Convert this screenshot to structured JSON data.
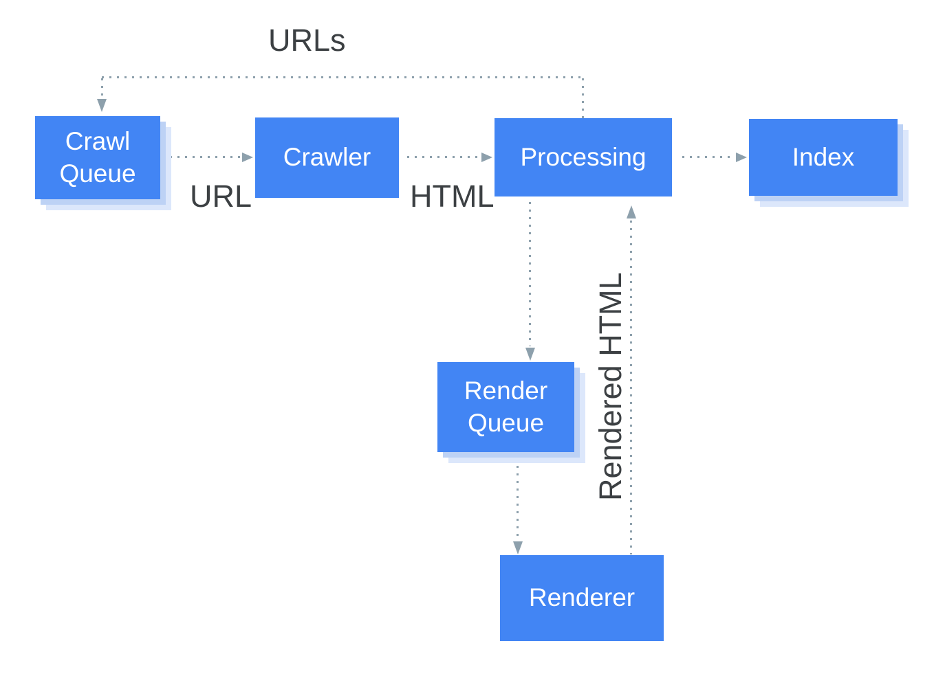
{
  "diagram": {
    "nodes": [
      {
        "id": "crawl-queue",
        "label": "Crawl Queue"
      },
      {
        "id": "crawler",
        "label": "Crawler"
      },
      {
        "id": "processing",
        "label": "Processing"
      },
      {
        "id": "index",
        "label": "Index"
      },
      {
        "id": "render-queue",
        "label": "Render Queue"
      },
      {
        "id": "renderer",
        "label": "Renderer"
      }
    ],
    "edge_labels": {
      "urls": "URLs",
      "url": "URL",
      "html": "HTML",
      "rendered_html": "Rendered HTML"
    },
    "colors": {
      "node_fill": "#4285f4",
      "node_text": "#ffffff",
      "connector": "#8da0ac",
      "label_text": "#3c4043",
      "shadow_inner": "#bdd2f5",
      "shadow_outer": "#dce7fb"
    }
  }
}
